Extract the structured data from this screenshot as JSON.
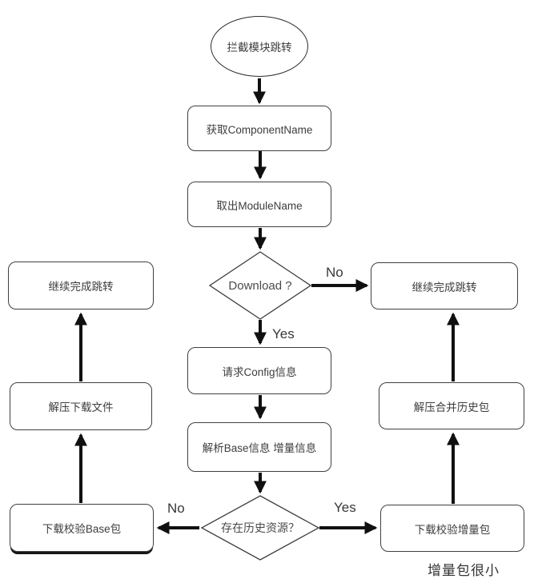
{
  "diagram": {
    "title_semantic": "module-jump-download-flowchart",
    "background_color": "#ffffff",
    "line_color": "#101010",
    "shape_border_color": "#404040",
    "text_color": "#3d3d3d"
  },
  "nodes": {
    "start": {
      "type": "ellipse",
      "label": "拦截模块跳转"
    },
    "get_component": {
      "type": "process",
      "label": "获取ComponentName"
    },
    "get_module": {
      "type": "process",
      "label": "取出ModuleName"
    },
    "download_decision": {
      "type": "decision",
      "label": "Download ?"
    },
    "continue_left": {
      "type": "process",
      "label": "继续完成跳转"
    },
    "continue_right": {
      "type": "process",
      "label": "继续完成跳转"
    },
    "request_config": {
      "type": "process",
      "label": "请求Config信息"
    },
    "parse_base": {
      "type": "process",
      "label": "解析Base信息 增量信息"
    },
    "history_decision": {
      "type": "decision",
      "label": "存在历史资源？"
    },
    "download_base": {
      "type": "process",
      "label": "下载校验Base包"
    },
    "unzip_file": {
      "type": "process",
      "label": "解压下载文件"
    },
    "download_incremental": {
      "type": "process",
      "label": "下载校验增量包"
    },
    "unzip_merge": {
      "type": "process",
      "label": "解压合并历史包"
    }
  },
  "edges": [
    {
      "from": "start",
      "to": "get_component",
      "label": ""
    },
    {
      "from": "get_component",
      "to": "get_module",
      "label": ""
    },
    {
      "from": "get_module",
      "to": "download_decision",
      "label": ""
    },
    {
      "from": "download_decision",
      "to": "continue_right",
      "label": "No"
    },
    {
      "from": "download_decision",
      "to": "request_config",
      "label": "Yes"
    },
    {
      "from": "request_config",
      "to": "parse_base",
      "label": ""
    },
    {
      "from": "parse_base",
      "to": "history_decision",
      "label": ""
    },
    {
      "from": "history_decision",
      "to": "download_base",
      "label": "No"
    },
    {
      "from": "history_decision",
      "to": "download_incremental",
      "label": "Yes"
    },
    {
      "from": "download_base",
      "to": "unzip_file",
      "label": ""
    },
    {
      "from": "unzip_file",
      "to": "continue_left",
      "label": ""
    },
    {
      "from": "download_incremental",
      "to": "unzip_merge",
      "label": ""
    },
    {
      "from": "unzip_merge",
      "to": "continue_right",
      "label": ""
    }
  ],
  "annotation": {
    "incremental_note": "增量包很小"
  }
}
